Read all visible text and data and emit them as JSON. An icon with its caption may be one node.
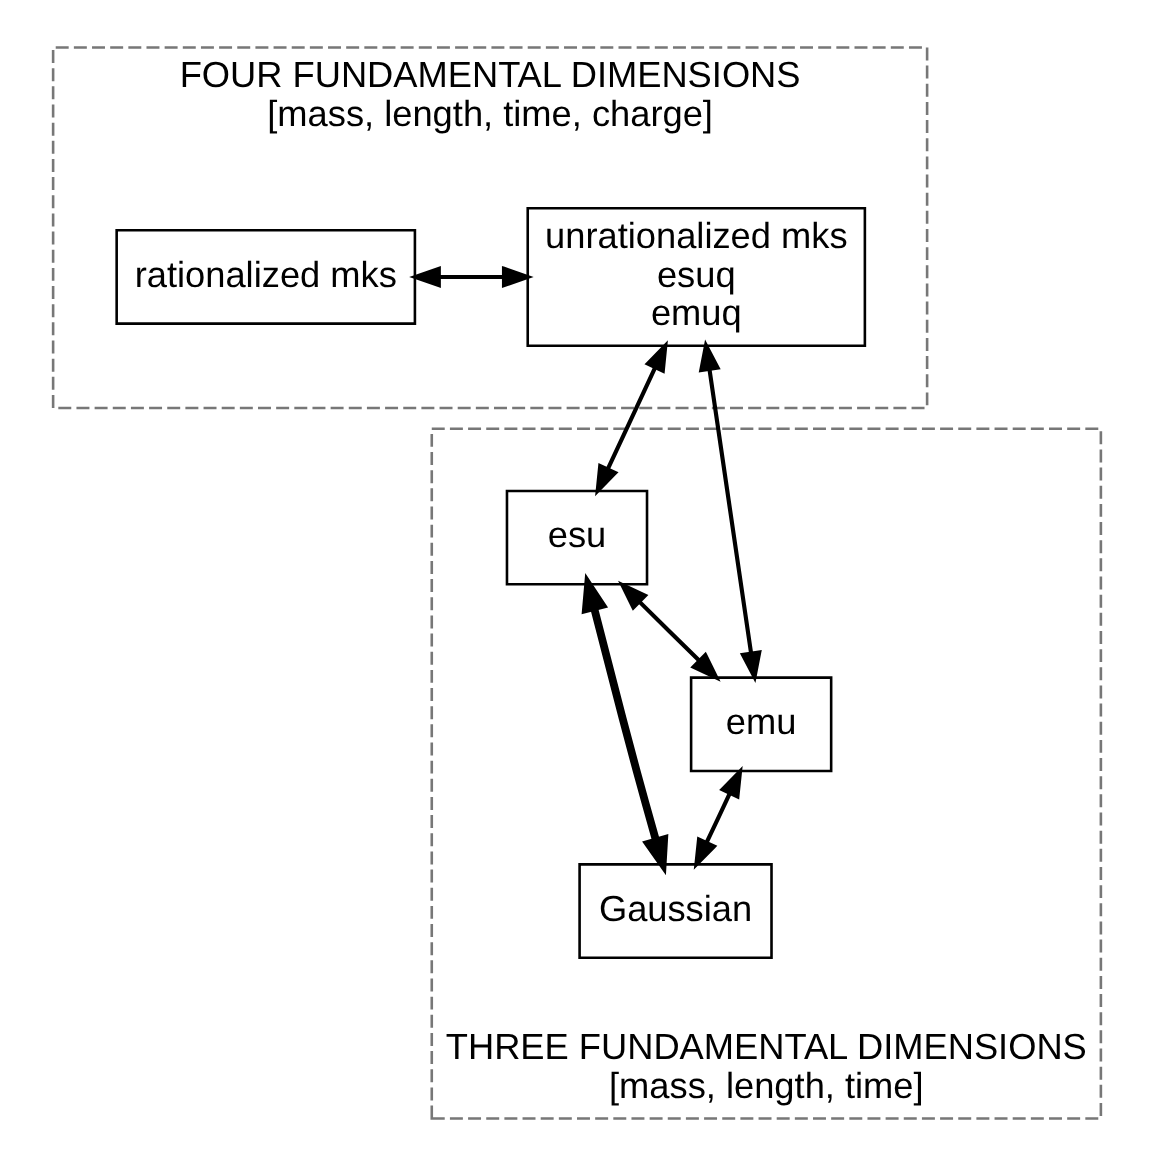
{
  "diagram": {
    "nodes": [
      {
        "text": [
          "FOUR FUNDAMENTAL DIMENSIONS",
          "[mass, length, time, charge]"
        ]
      },
      {
        "text": [
          "unrationalized mks",
          "esuq",
          "emuq"
        ],
        "in": 0
      },
      {
        "text": [
          "rationalized mks"
        ],
        "in": 0
      },
      {
        "text": [
          "THREE FUNDAMENTAL DIMENSIONS",
          "[mass, length, time]"
        ]
      },
      {
        "text": [
          "esu"
        ],
        "in": 3
      },
      {
        "text": [
          "emu"
        ],
        "in": 3
      },
      {
        "text": [
          "Gaussian"
        ],
        "in": 3
      }
    ],
    "edges": [
      {
        "from": 1,
        "to": 2,
        "arrow": "both"
      },
      {
        "from": 1,
        "to": 4,
        "arrow": "both"
      },
      {
        "from": 1,
        "to": 5,
        "arrow": "both"
      },
      {
        "from": 4,
        "to": 5,
        "arrow": "both"
      },
      {
        "from": 4,
        "to": 6,
        "arrow": "both",
        "style": "thick"
      },
      {
        "from": 5,
        "to": 6,
        "arrow": "both"
      }
    ]
  }
}
